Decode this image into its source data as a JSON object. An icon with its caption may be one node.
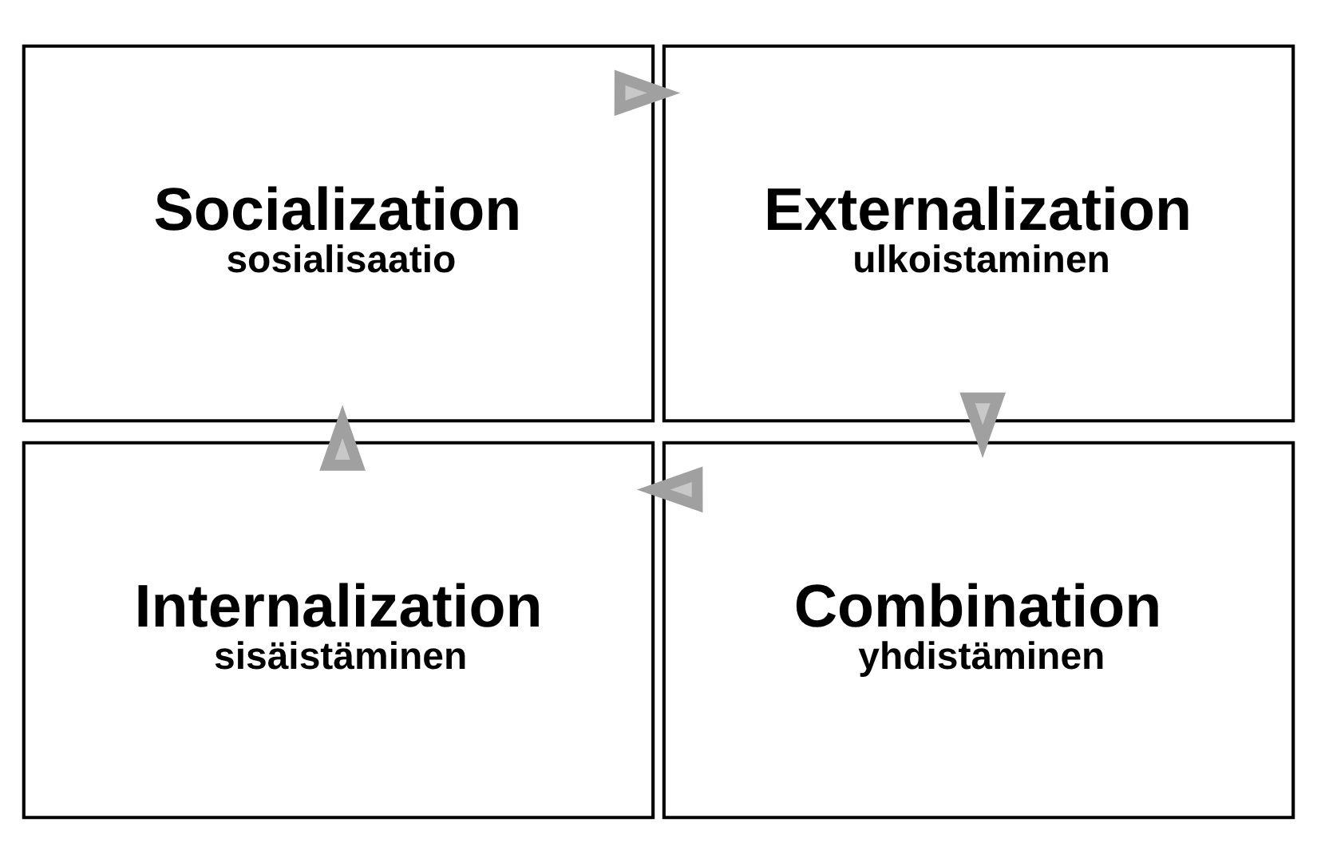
{
  "diagram": {
    "nodes": [
      {
        "text": [
          "Socialization",
          "sosialisaatio"
        ]
      },
      {
        "text": [
          "Externalization",
          "ulkoistaminen"
        ]
      },
      {
        "text": [
          "Combination",
          "yhdistäminen"
        ]
      },
      {
        "text": [
          "Internalization",
          "sisäistäminen"
        ]
      }
    ],
    "edges": [
      {
        "from": 0,
        "to": 1,
        "arrow": "to"
      },
      {
        "from": 1,
        "to": 2,
        "arrow": "to"
      },
      {
        "from": 2,
        "to": 3,
        "arrow": "to"
      },
      {
        "from": 3,
        "to": 0,
        "arrow": "to"
      }
    ]
  }
}
